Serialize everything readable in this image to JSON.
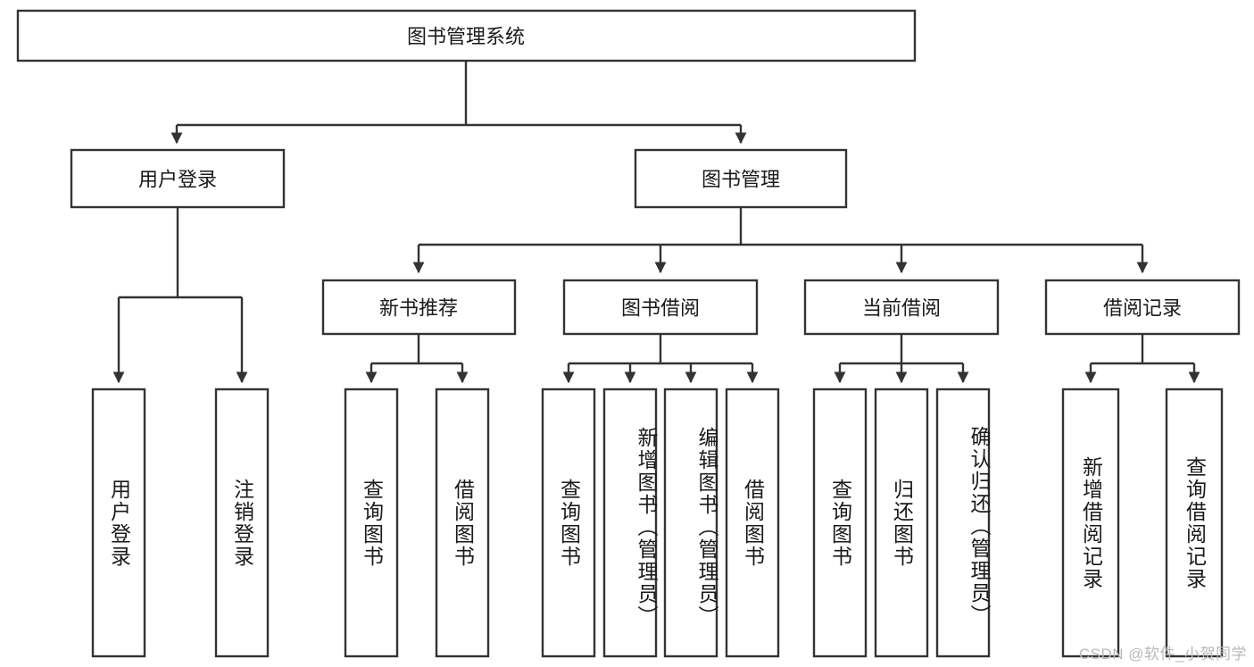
{
  "diagram": {
    "type": "tree-hierarchy-chart",
    "title": "图书管理系统",
    "watermark": "CSDN @软件_小贺同学",
    "colors": {
      "box_stroke": "#333333",
      "box_fill": "#ffffff",
      "text": "#1a1a1a",
      "background": "#ffffff",
      "watermark": "#b9b9b9"
    },
    "levels": {
      "root": {
        "label": "图书管理系统"
      },
      "level2": [
        {
          "label": "用户登录"
        },
        {
          "label": "图书管理"
        }
      ],
      "level3": [
        {
          "label": "新书推荐"
        },
        {
          "label": "图书借阅"
        },
        {
          "label": "当前借阅"
        },
        {
          "label": "借阅记录"
        }
      ],
      "leaves": {
        "user_login": [
          {
            "label": "用户登录"
          },
          {
            "label": "注销登录"
          }
        ],
        "new_book_recommend": [
          {
            "label": "查询图书"
          },
          {
            "label": "借阅图书"
          }
        ],
        "book_borrow": [
          {
            "label": "查询图书"
          },
          {
            "label": "新增图书（管理员）"
          },
          {
            "label": "编辑图书（管理员）"
          },
          {
            "label": "借阅图书"
          }
        ],
        "current_borrow": [
          {
            "label": "查询图书"
          },
          {
            "label": "归还图书"
          },
          {
            "label": "确认归还（管理员）"
          }
        ],
        "borrow_record": [
          {
            "label": "新增借阅记录"
          },
          {
            "label": "查询借阅记录"
          }
        ]
      }
    }
  }
}
